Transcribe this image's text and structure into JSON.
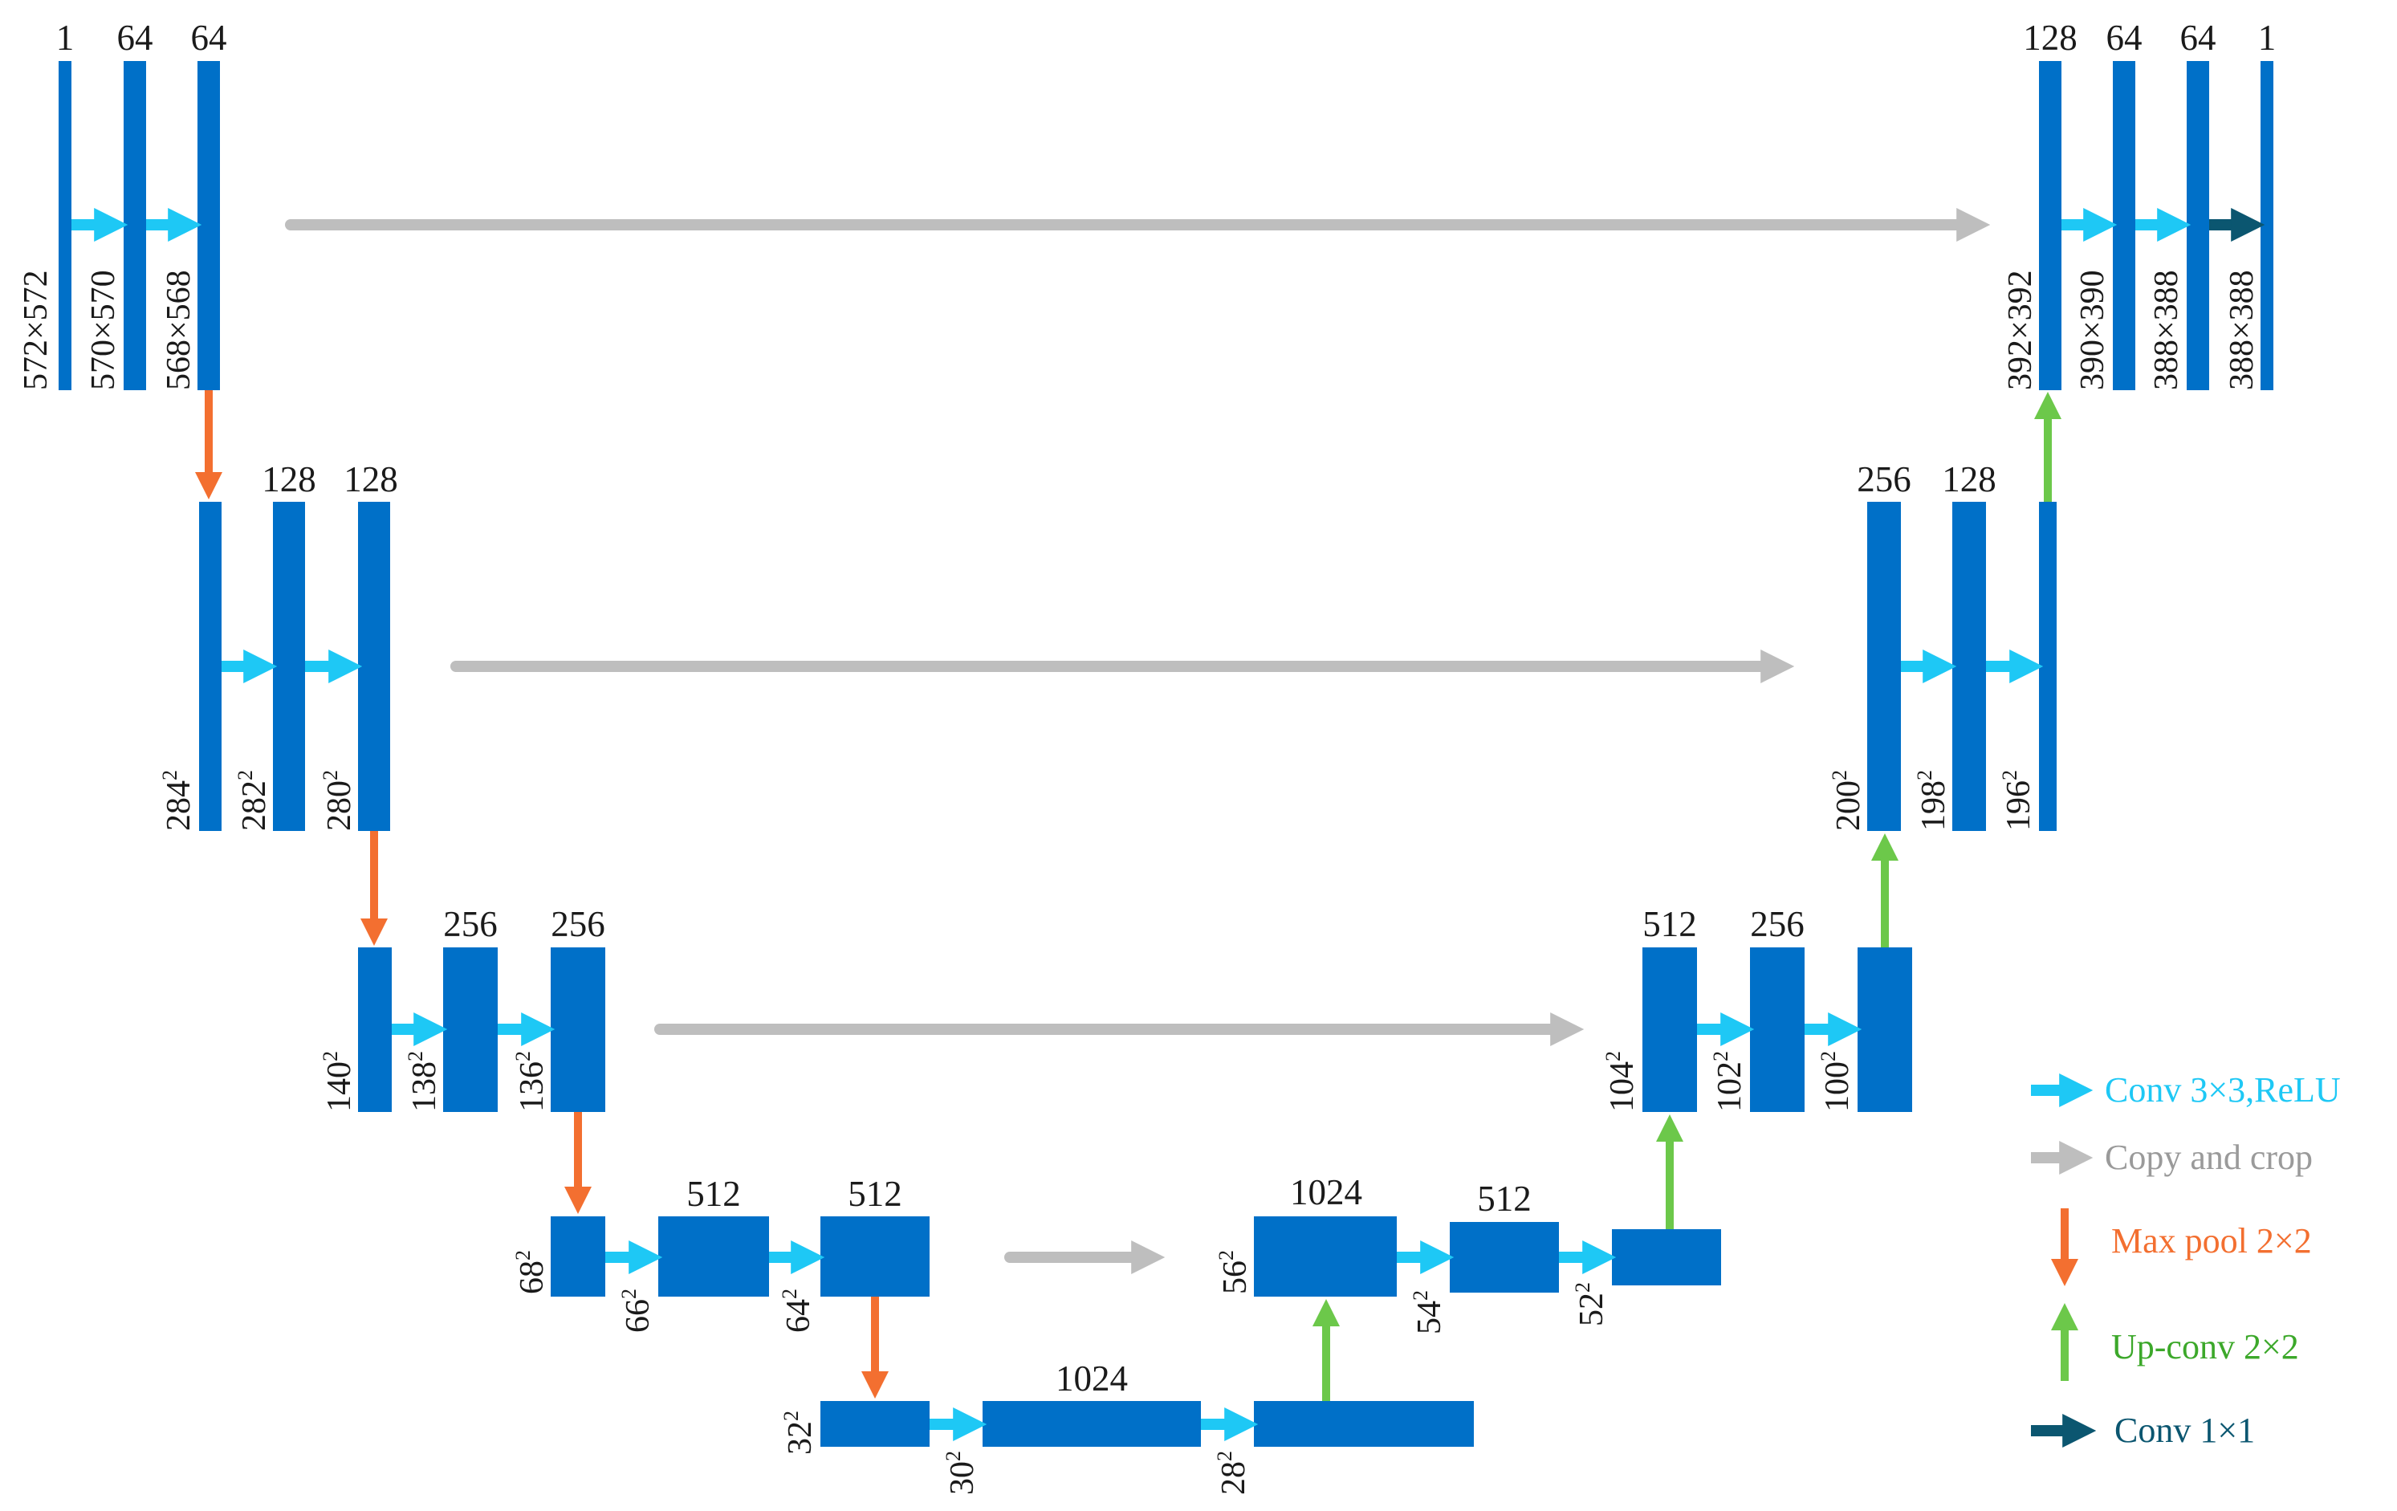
{
  "colors": {
    "block": "#0070C8",
    "conv": "#1EC8F5",
    "copy": "#BEBEBE",
    "pool": "#F36F30",
    "upconv": "#6CC84A",
    "conv1x1": "#0B5670",
    "text": "#1a1a1a"
  },
  "channels": {
    "e1a": "1",
    "e1b": "64",
    "e1c": "64",
    "e2b": "128",
    "e2c": "128",
    "e3b": "256",
    "e3c": "256",
    "e4b": "512",
    "e4c": "512",
    "bb": "1024",
    "d4a": "1024",
    "d4b": "512",
    "d3a": "512",
    "d3b": "256",
    "d2a": "256",
    "d2b": "128",
    "d1a": "128",
    "d1b": "64",
    "d1c": "64",
    "d1d": "1"
  },
  "sizes": {
    "e1a": "572×572",
    "e1b": "570×570",
    "e1c": "568×568",
    "d1a": "392×392",
    "d1b": "390×390",
    "d1c": "388×388",
    "d1d": "388×388",
    "e2a": "284",
    "e2b": "282",
    "e2c": "280",
    "e3a": "140",
    "e3b": "138",
    "e3c": "136",
    "e4a": "68",
    "e4b": "66",
    "e4c": "64",
    "b1": "32",
    "b2": "30",
    "b3": "28",
    "d4a": "56",
    "d4b": "54",
    "d4c": "52",
    "d3a": "104",
    "d3b": "102",
    "d3c": "100",
    "d2a": "200",
    "d2b": "198",
    "d2c": "196",
    "exp": "2"
  },
  "legend": {
    "conv": "Conv 3×3,ReLU",
    "copy": "Copy and crop",
    "pool": "Max pool 2×2",
    "upconv": "Up-conv 2×2",
    "conv1x1": "Conv 1×1"
  }
}
